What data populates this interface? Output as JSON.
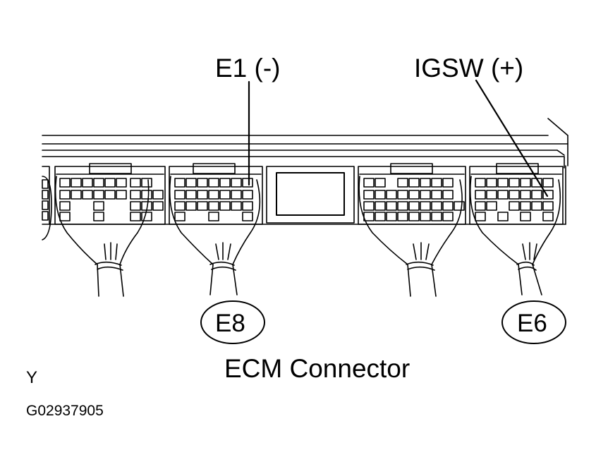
{
  "labels": {
    "pin_e1": "E1  (-)",
    "pin_igsw": "IGSW (+)",
    "connector_e8": "E8",
    "connector_e6": "E6",
    "title": "ECM Connector",
    "view_letter": "Y",
    "figure_id": "G02937905"
  },
  "colors": {
    "line": "#000000",
    "background": "#ffffff"
  }
}
